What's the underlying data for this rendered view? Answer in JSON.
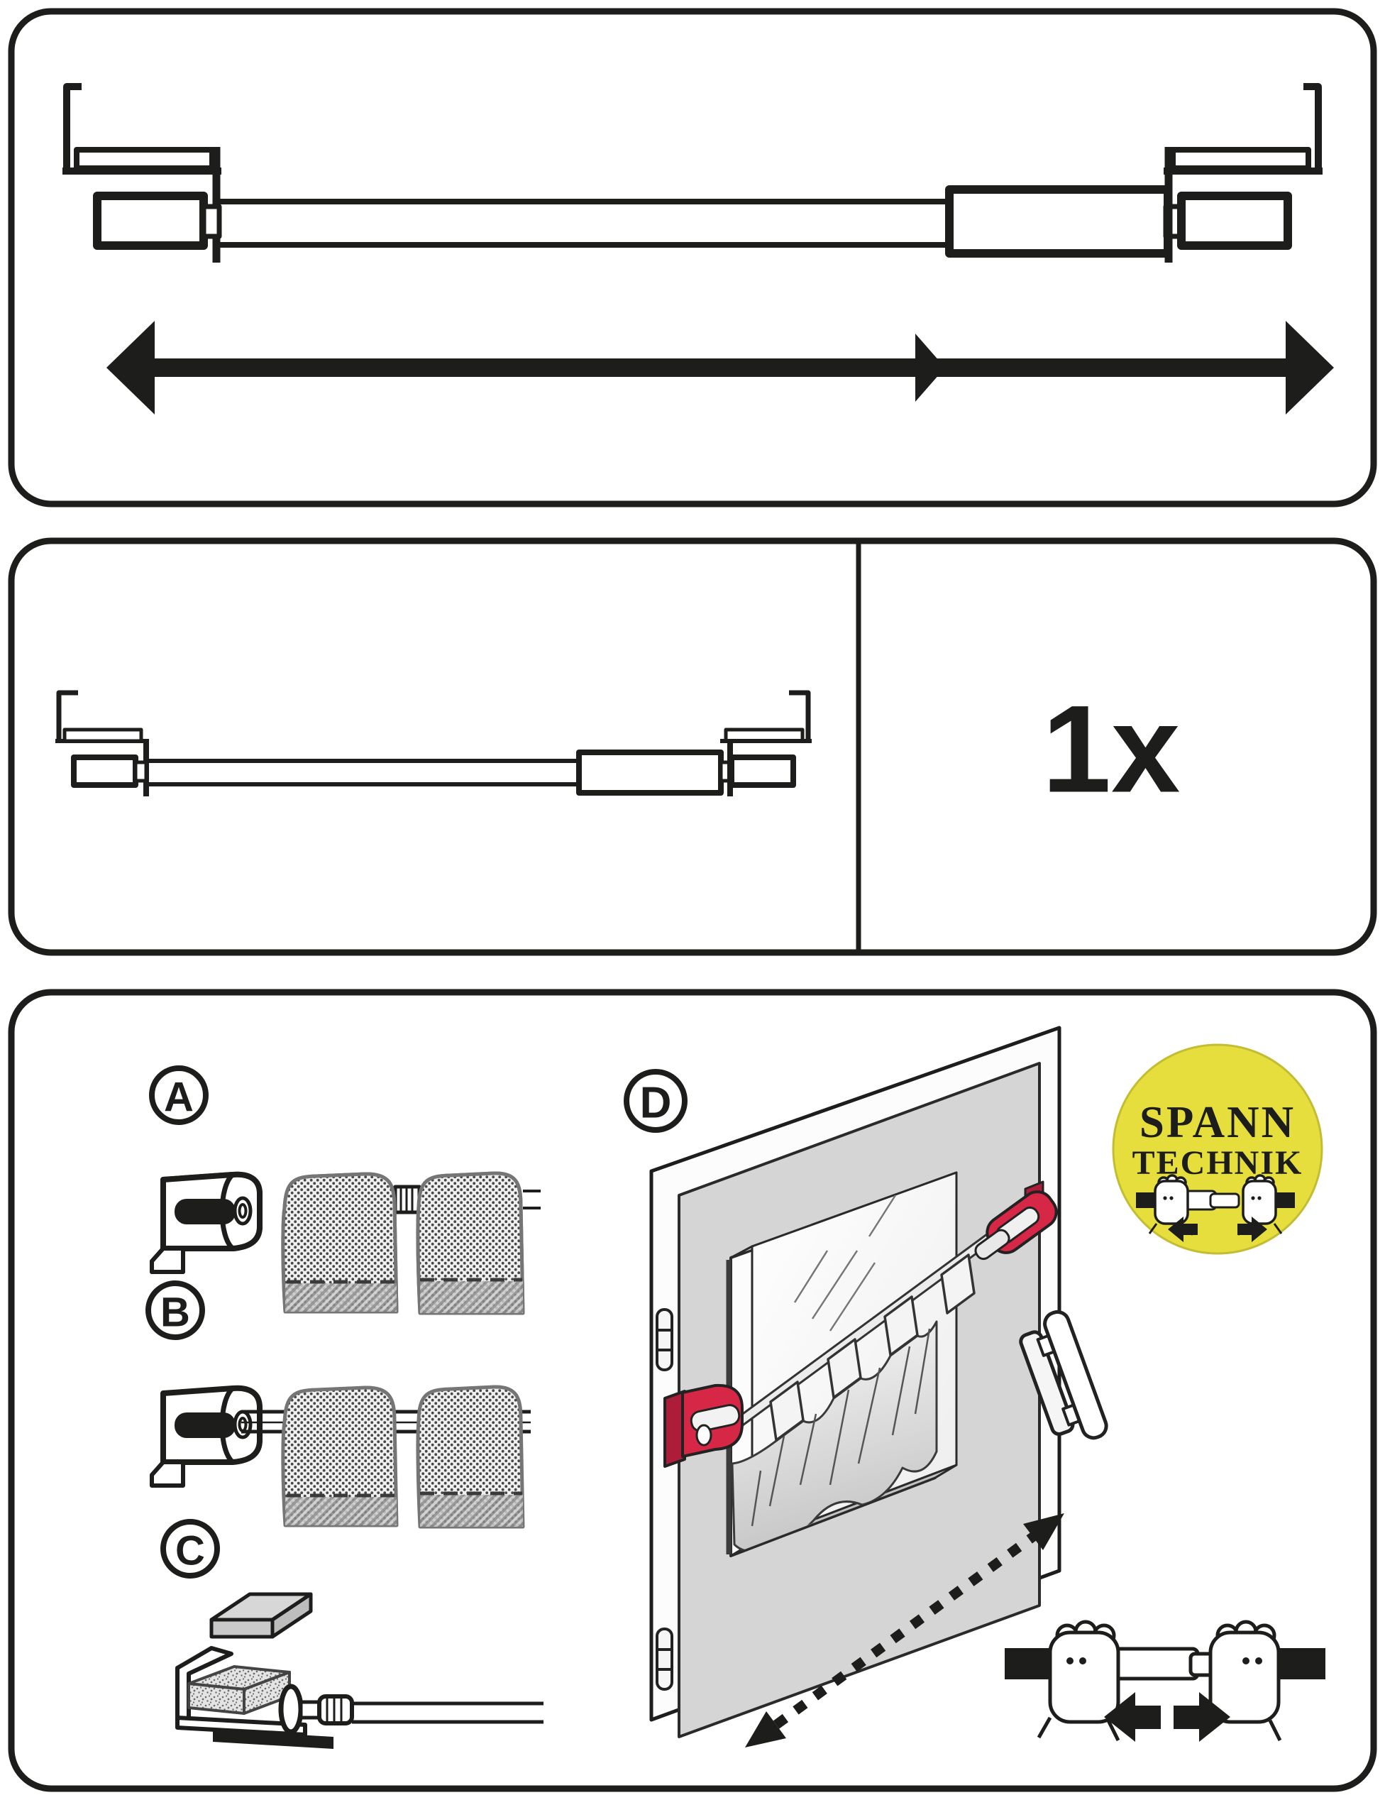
{
  "quantity": {
    "label": "1x"
  },
  "steps": {
    "a": "A",
    "b": "B",
    "c": "C",
    "d": "D"
  },
  "logo": {
    "line1": "SPANN",
    "line2": "TECHNIK"
  },
  "colors": {
    "ink": "#1d1d1b",
    "accent_red": "#d62747",
    "accent_red_dark": "#ad1c38",
    "logo_yellow": "#e5de3d",
    "frame_gray": "#d5d5d5",
    "recess_gray": "#c2c2c2",
    "fabric_gray": "#ededed"
  },
  "icons": {
    "extension_arrow": "double-headed-extension-arrow",
    "telescopic_rod": "telescopic-tension-rod",
    "badge": "spann-technik-tension-badge",
    "stretch_hands": "hands-stretching-rod"
  }
}
